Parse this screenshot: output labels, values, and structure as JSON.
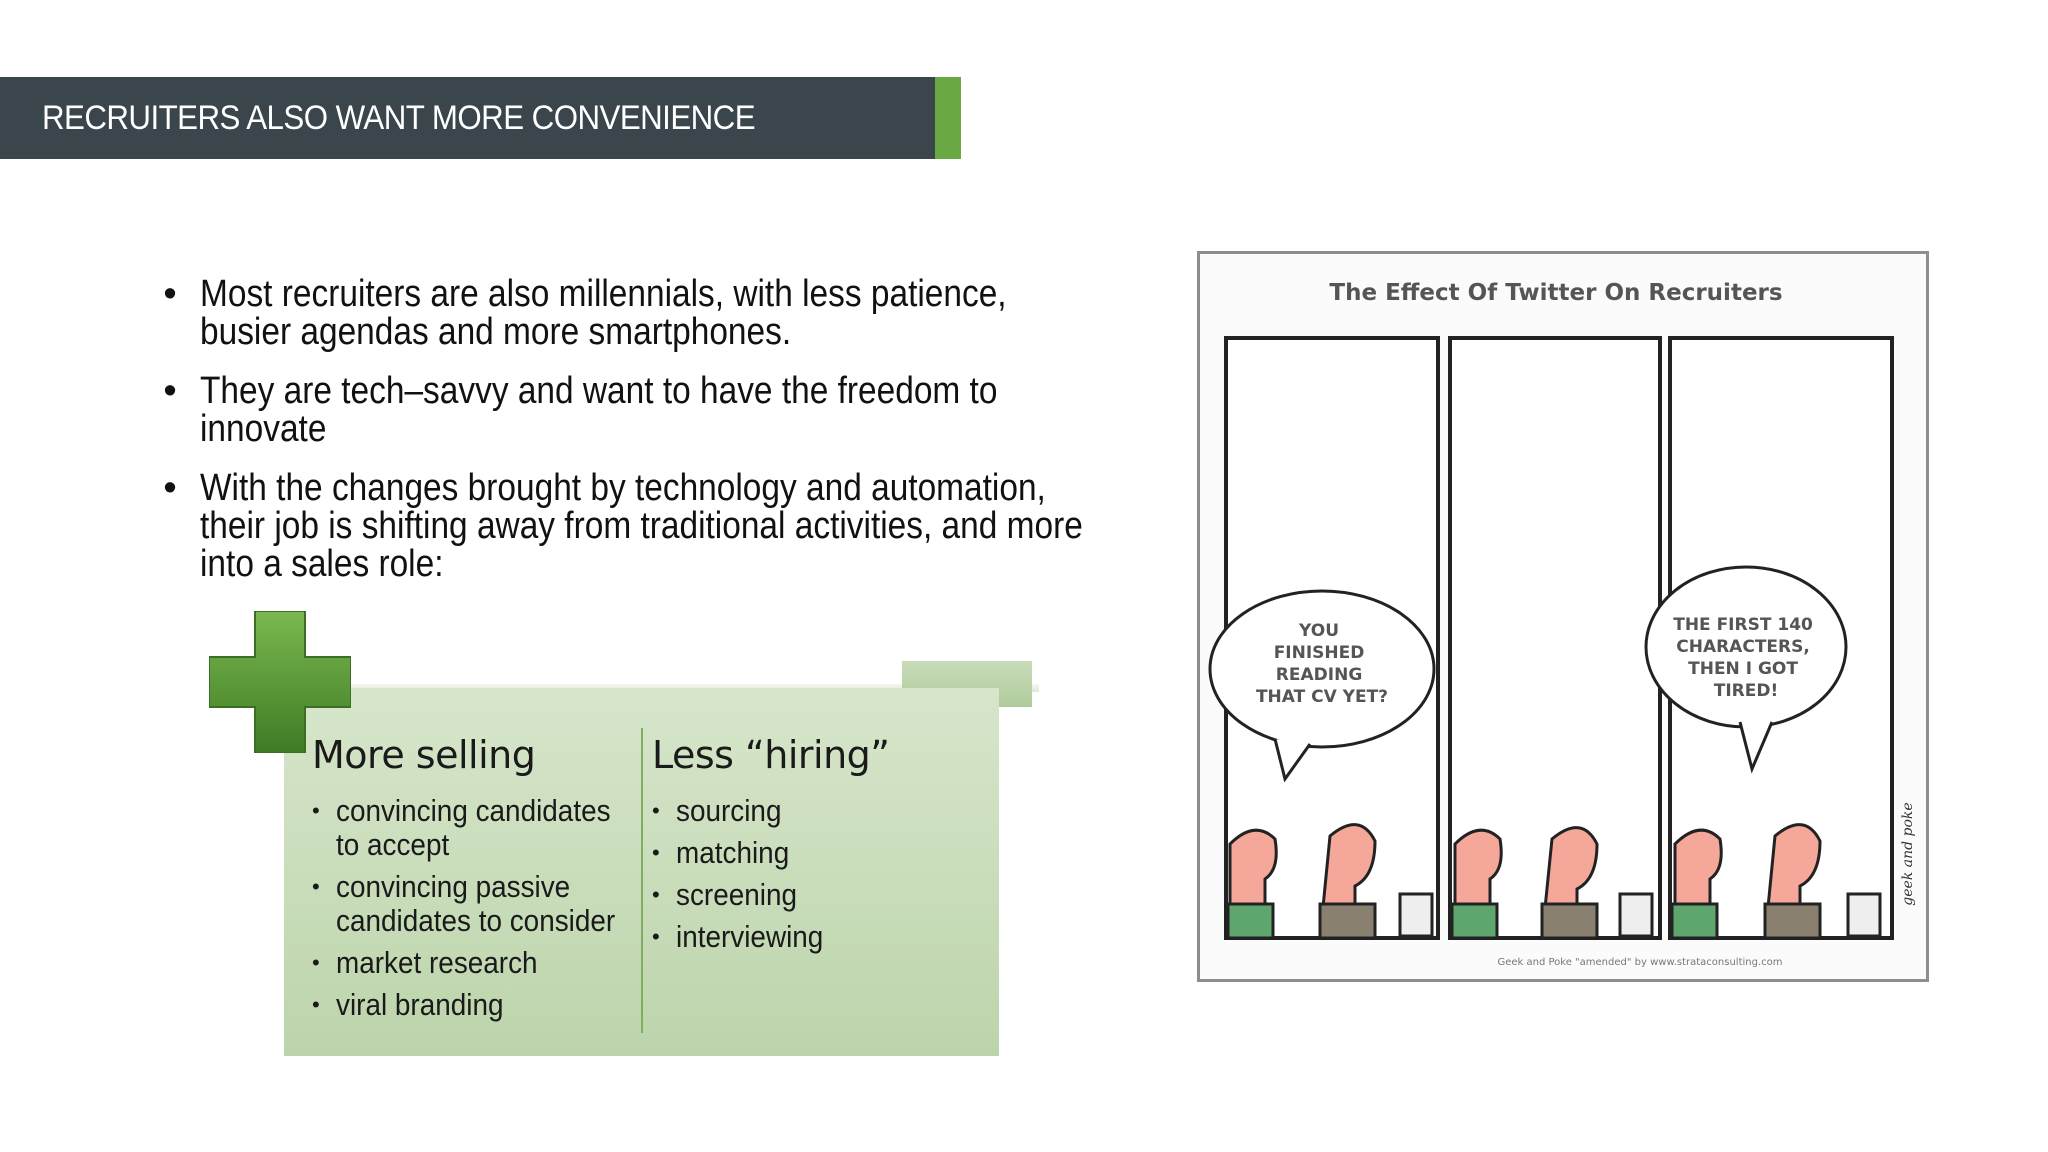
{
  "header": {
    "title": "RECRUITERS ALSO WANT MORE CONVENIENCE",
    "bar_color": "#3a464c",
    "accent_color": "#6aa843"
  },
  "bullets": [
    "Most recruiters are also millennials, with less patience, busier agendas and more smartphones.",
    "They are tech–savvy and want to have the freedom to innovate",
    "With the changes brought by technology and automation, their job is shifting away from traditional activities, and more into a sales role:"
  ],
  "comparison": {
    "icon": "plus-icon",
    "more": {
      "heading": "More selling",
      "items": [
        "convincing candidates to accept",
        "convincing passive candidates to consider",
        "market research",
        "viral branding"
      ]
    },
    "less": {
      "heading": "Less “hiring”",
      "items": [
        "sourcing",
        "matching",
        "screening",
        "interviewing"
      ]
    }
  },
  "comic": {
    "title": "The Effect Of Twitter On Recruiters",
    "bubble_left": [
      "YOU",
      "FINISHED",
      "READING",
      "THAT CV YET?"
    ],
    "bubble_right": [
      "THE FIRST 140",
      "CHARACTERS,",
      "THEN I GOT",
      "TIRED!"
    ],
    "credit": "Geek and Poke \"amended\" by www.strataconsulting.com",
    "signature": "geek and poke"
  }
}
